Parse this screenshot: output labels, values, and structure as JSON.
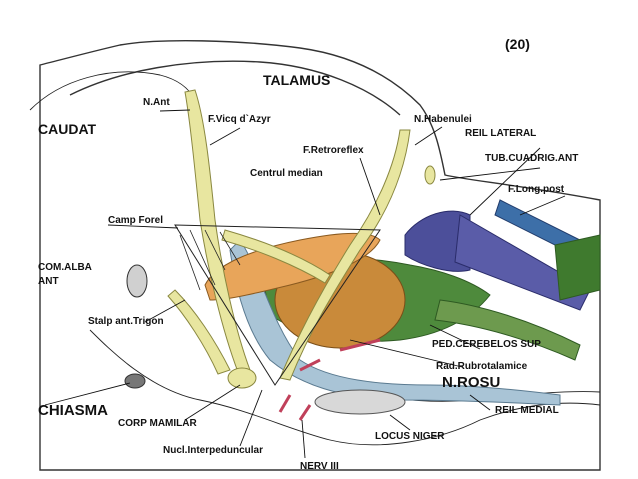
{
  "page_number": "(20)",
  "labels": {
    "talamus": "TALAMUS",
    "n_ant": "N.Ant",
    "caudat": "CAUDAT",
    "f_vicq_dazyr": "F.Vicq d`Azyr",
    "n_habenulei": "N.Habenulei",
    "reil_lateral": "REIL LATERAL",
    "f_retroreflex": "F.Retroreflex",
    "tub_cuadrig": "TUB.CUADRIG.ANT",
    "centrul_median": "Centrul median",
    "f_long_post": "F.Long.post",
    "camp_forel": "Camp Forel",
    "com_alba": "COM.ALBA",
    "com_alba_2": "ANT",
    "stalp_ant_trigon": "Stalp ant.Trigon",
    "ped_cerebelos": "PED.CEREBELOS SUP",
    "rad_rubrotalamice": "Rad.Rubrotalamice",
    "n_rosu": "N.ROSU",
    "chiasma": "CHIASMA",
    "reil_medial": "REIL MEDIAL",
    "corp_mamilar": "CORP MAMILAR",
    "locus_niger": "LOCUS NIGER",
    "nucl_interpeduncular": "Nucl.Interpeduncular",
    "nerv_iii": "NERV III"
  },
  "colors": {
    "yellow_tract": "#e8e6a0",
    "orange": "#e8a55a",
    "brown_nucleus": "#c98a3a",
    "green": "#4e8a3c",
    "blue_purple": "#4c4f9a",
    "light_blue": "#a9c4d6",
    "red_marks": "#c0405a",
    "outline": "#333333"
  }
}
